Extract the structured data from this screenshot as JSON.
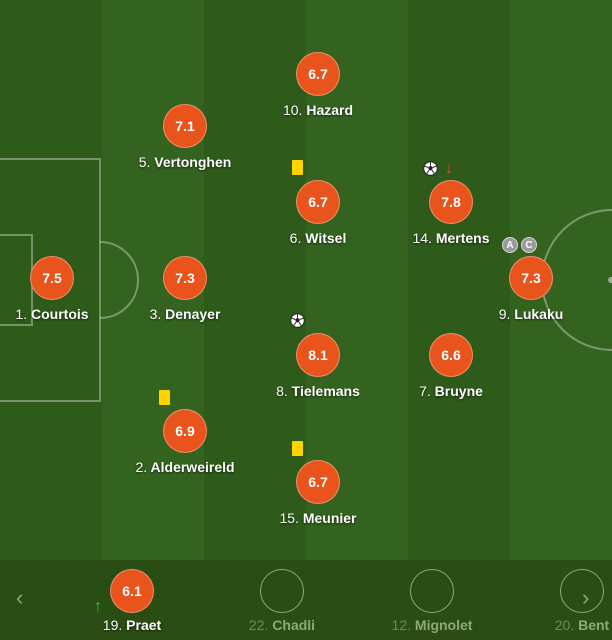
{
  "colors": {
    "pitch_dark": "#2e5a1a",
    "pitch_light": "#386a20",
    "rating_bg": "#e8541c",
    "yellow_card": "#ffd200",
    "sub_in_arrow": "#2ecc40",
    "sub_out_arrow": "#ff3b30"
  },
  "players": [
    {
      "number": "10.",
      "name": "Hazard",
      "rating": "6.7"
    },
    {
      "number": "5.",
      "name": "Vertonghen",
      "rating": "7.1"
    },
    {
      "number": "6.",
      "name": "Witsel",
      "rating": "6.7"
    },
    {
      "number": "14.",
      "name": "Mertens",
      "rating": "7.8"
    },
    {
      "number": "1.",
      "name": "Courtois",
      "rating": "7.5"
    },
    {
      "number": "3.",
      "name": "Denayer",
      "rating": "7.3"
    },
    {
      "number": "9.",
      "name": "Lukaku",
      "rating": "7.3"
    },
    {
      "number": "8.",
      "name": "Tielemans",
      "rating": "8.1"
    },
    {
      "number": "7.",
      "name": "Bruyne",
      "rating": "6.6"
    },
    {
      "number": "2.",
      "name": "Alderweireld",
      "rating": "6.9"
    },
    {
      "number": "15.",
      "name": "Meunier",
      "rating": "6.7"
    }
  ],
  "badges": {
    "assist": "A",
    "captain": "C"
  },
  "icons": {
    "yellow_card": "yellow-card-icon",
    "ball": "soccer-ball-icon",
    "sub_in": "substitution-in-arrow-icon",
    "sub_out": "substitution-out-arrow-icon",
    "prev": "chevron-left-icon",
    "next": "chevron-right-icon"
  },
  "bench": {
    "prev_label": "‹",
    "next_label": "›",
    "subs": [
      {
        "number": "19.",
        "name": "Praet",
        "rating": "6.1",
        "played": true,
        "sub_in_arrow": "↑"
      },
      {
        "number": "22.",
        "name": "Chadli",
        "played": false
      },
      {
        "number": "12.",
        "name": "Mignolet",
        "played": false
      },
      {
        "number": "20.",
        "name": "Bent",
        "played": false
      }
    ]
  },
  "sub_out_arrow": "↓"
}
